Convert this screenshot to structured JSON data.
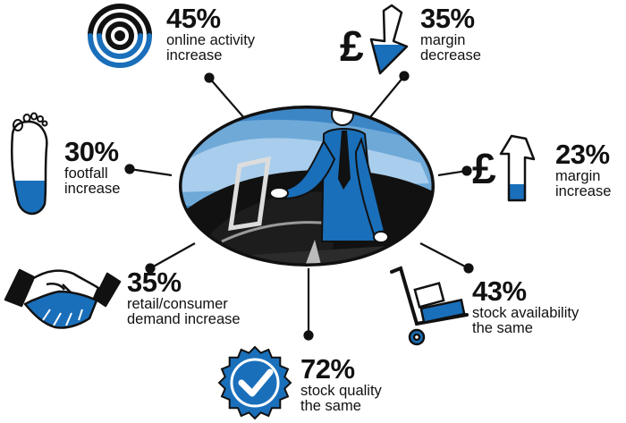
{
  "colors": {
    "accent": "#1a6fba",
    "ink": "#111111"
  },
  "stats": [
    {
      "id": "online",
      "value": "45%",
      "label_lines": [
        "online activity",
        "increase"
      ],
      "icon": "broadcast-icon",
      "level": 0.45
    },
    {
      "id": "margin_down",
      "value": "35%",
      "label_lines": [
        "margin",
        "decrease"
      ],
      "icon": "pound-down-arrow-icon",
      "level": 0.35
    },
    {
      "id": "footfall",
      "value": "30%",
      "label_lines": [
        "footfall",
        "increase"
      ],
      "icon": "footprint-icon",
      "level": 0.3
    },
    {
      "id": "margin_up",
      "value": "23%",
      "label_lines": [
        "margin",
        "increase"
      ],
      "icon": "pound-up-arrow-icon",
      "level": 0.23
    },
    {
      "id": "demand",
      "value": "35%",
      "label_lines": [
        "retail/consumer",
        "demand increase"
      ],
      "icon": "handshake-icon",
      "level": 0.35
    },
    {
      "id": "stock_avail",
      "value": "43%",
      "label_lines": [
        "stock availability",
        "the same"
      ],
      "icon": "hand-truck-icon",
      "level": 0.43
    },
    {
      "id": "stock_quality",
      "value": "72%",
      "label_lines": [
        "stock quality",
        "the same"
      ],
      "icon": "check-badge-icon",
      "level": 0.72
    }
  ],
  "center_image": {
    "icon": "car-salesman-icon"
  }
}
